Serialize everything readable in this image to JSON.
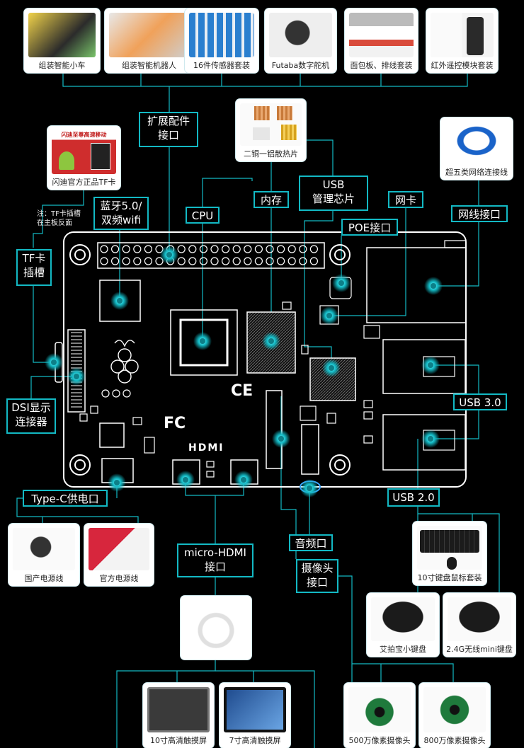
{
  "accessories_top": [
    {
      "name": "组装智能小车"
    },
    {
      "name": "组装智能机器人"
    },
    {
      "name": "16件传感器套装"
    },
    {
      "name": "Futaba数字舵机"
    },
    {
      "name": "面包板、排线套装"
    },
    {
      "name": "红外遥控模块套装"
    }
  ],
  "side_accessories": {
    "tf_card": "闪迪官方正品TF卡",
    "heatsink": "二铜一铝散热片",
    "ethernet_cable": "超五类网络连接线",
    "tf_card_pic_text": "闪迪至尊高速移动"
  },
  "ports": {
    "expansion": [
      "扩展配件",
      "接口"
    ],
    "bluetooth": [
      "蓝牙5.0/",
      "双频wifi"
    ],
    "cpu": "CPU",
    "memory": "内存",
    "usb_chip": [
      "USB",
      "管理芯片"
    ],
    "nic": "网卡",
    "poe": "POE接口",
    "ethernet_port": "网线接口",
    "tf_slot": [
      "TF卡",
      "插槽"
    ],
    "dsi": [
      "DSI显示",
      "连接器"
    ],
    "usb3": "USB 3.0",
    "usb2": "USB 2.0",
    "typec": "Type-C供电口",
    "micro_hdmi": [
      "micro-HDMI",
      "接口"
    ],
    "audio": "音频口",
    "camera": [
      "摄像头",
      "接口"
    ]
  },
  "tf_note": [
    "注：TF卡插槽",
    "在主板反面"
  ],
  "board_marks": {
    "hdmi": "HDMI",
    "ce": "CE",
    "fc": "FC"
  },
  "power_accessories": [
    {
      "name": "国产电源线"
    },
    {
      "name": "官方电源线"
    }
  ],
  "keyboards": [
    {
      "name": "10寸键盘鼠标套装"
    },
    {
      "name": "艾拍宝小键盘"
    },
    {
      "name": "2.4G无线mini键盘"
    }
  ],
  "displays": [
    {
      "name": "10寸高清触摸屏"
    },
    {
      "name": "7寸高清触摸屏"
    }
  ],
  "cameras": [
    {
      "name": "500万像素摄像头"
    },
    {
      "name": "800万像素摄像头"
    }
  ],
  "colors": {
    "accent": "#13b9c4",
    "background": "#000000",
    "board_outline": "#ffffff"
  }
}
